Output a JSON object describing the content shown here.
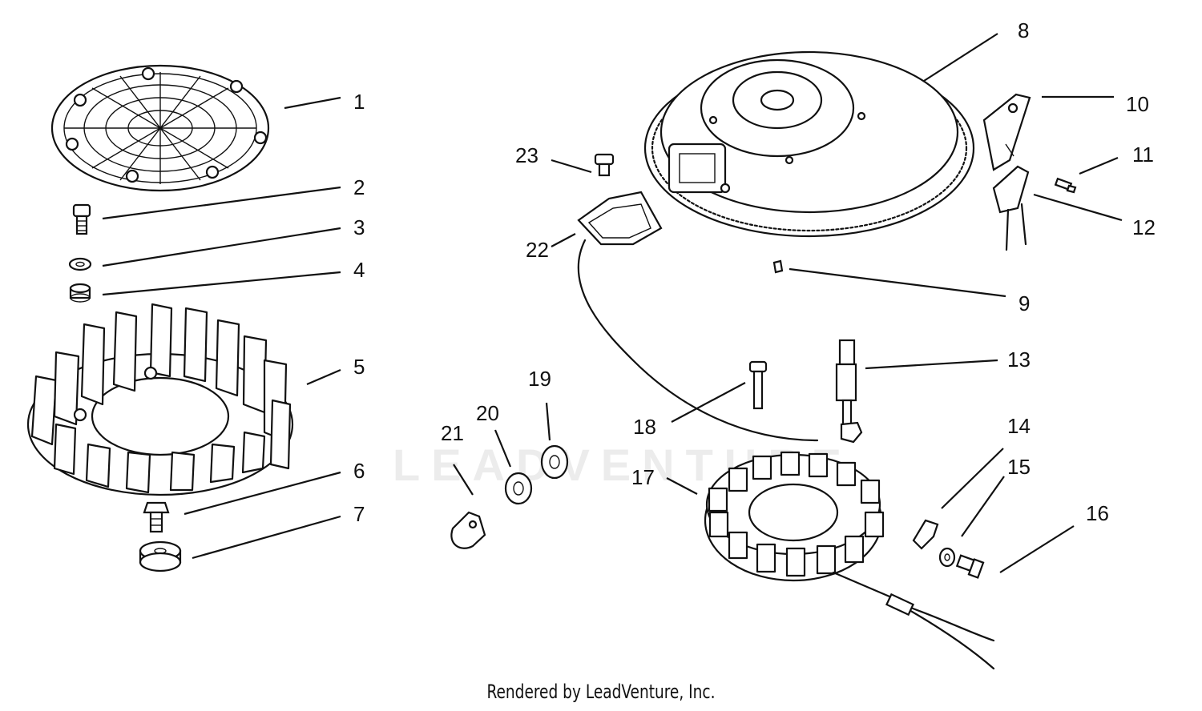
{
  "credit": "Rendered by LeadVenture, Inc.",
  "watermark": "LEADVENTURE",
  "callouts": [
    "1",
    "2",
    "3",
    "4",
    "5",
    "6",
    "7",
    "8",
    "9",
    "10",
    "11",
    "12",
    "13",
    "14",
    "15",
    "16",
    "17",
    "18",
    "19",
    "20",
    "21",
    "22",
    "23"
  ]
}
